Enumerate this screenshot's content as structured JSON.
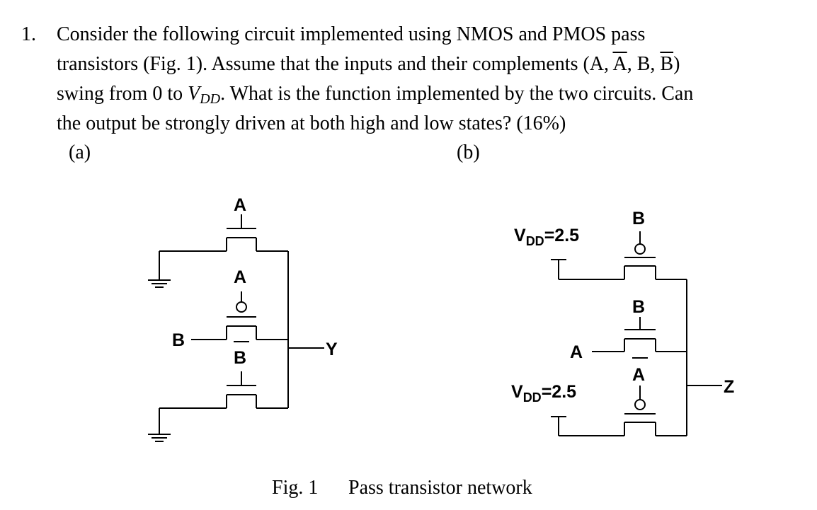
{
  "question": {
    "number": "1.",
    "line1": "Consider the following circuit implemented using NMOS and PMOS pass",
    "line2_pre": "transistors (Fig. 1). Assume that the inputs and their complements (A, ",
    "line2_abar": "A",
    "line2_mid": ", B, ",
    "line2_bbar": "B",
    "line2_post": ")",
    "line3_pre": "swing from 0 to ",
    "line3_v": "V",
    "line3_sub": "DD",
    "line3_post": ". What is the function implemented by the two circuits. Can",
    "line4": "the output be strongly driven at both high and low states? (16%)"
  },
  "parts": {
    "a": "(a)",
    "b": "(b)"
  },
  "circuit_a": {
    "gate_top": "A",
    "gate_mid": "A",
    "input_left": "B",
    "gate_bot": "B",
    "output": "Y"
  },
  "circuit_b": {
    "vdd_top": "VDD=2.5",
    "vdd_top_v": "V",
    "vdd_top_sub": "DD",
    "vdd_top_val": "=2.5",
    "gate_top": "B",
    "gate_mid": "B",
    "input_left": "A",
    "gate_bot": "A",
    "vdd_bot_v": "V",
    "vdd_bot_sub": "DD",
    "vdd_bot_val": "=2.5",
    "output": "Z"
  },
  "caption": {
    "fig": "Fig. 1",
    "title": "Pass transistor network"
  }
}
